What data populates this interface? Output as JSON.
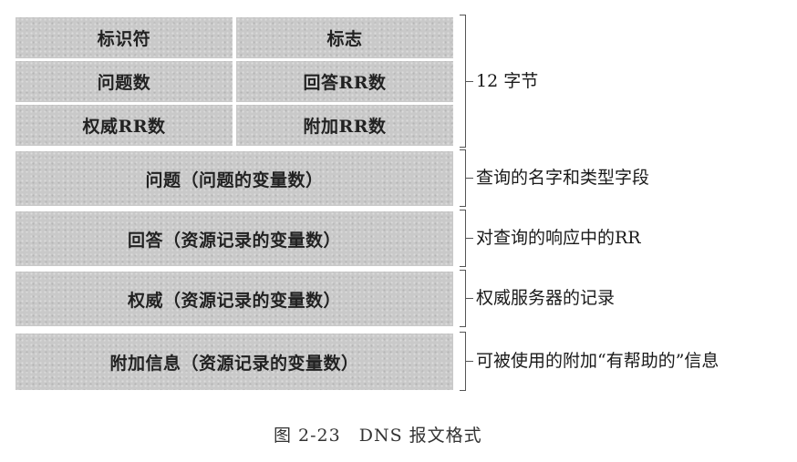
{
  "header_rows": [
    [
      "标识符",
      "标志"
    ],
    [
      "问题数",
      "回答RR数"
    ],
    [
      "权威RR数",
      "附加RR数"
    ]
  ],
  "sections": [
    "问题（问题的变量数）",
    "回答（资源记录的变量数）",
    "权威（资源记录的变量数）",
    "附加信息（资源记录的变量数）"
  ],
  "annotations": {
    "header": "12 字节",
    "question": "查询的名字和类型字段",
    "answer": "对查询的响应中的RR",
    "authority": "权威服务器的记录",
    "additional": "可被使用的附加“有帮助的”信息"
  },
  "caption": "图 2-23　DNS 报文格式"
}
